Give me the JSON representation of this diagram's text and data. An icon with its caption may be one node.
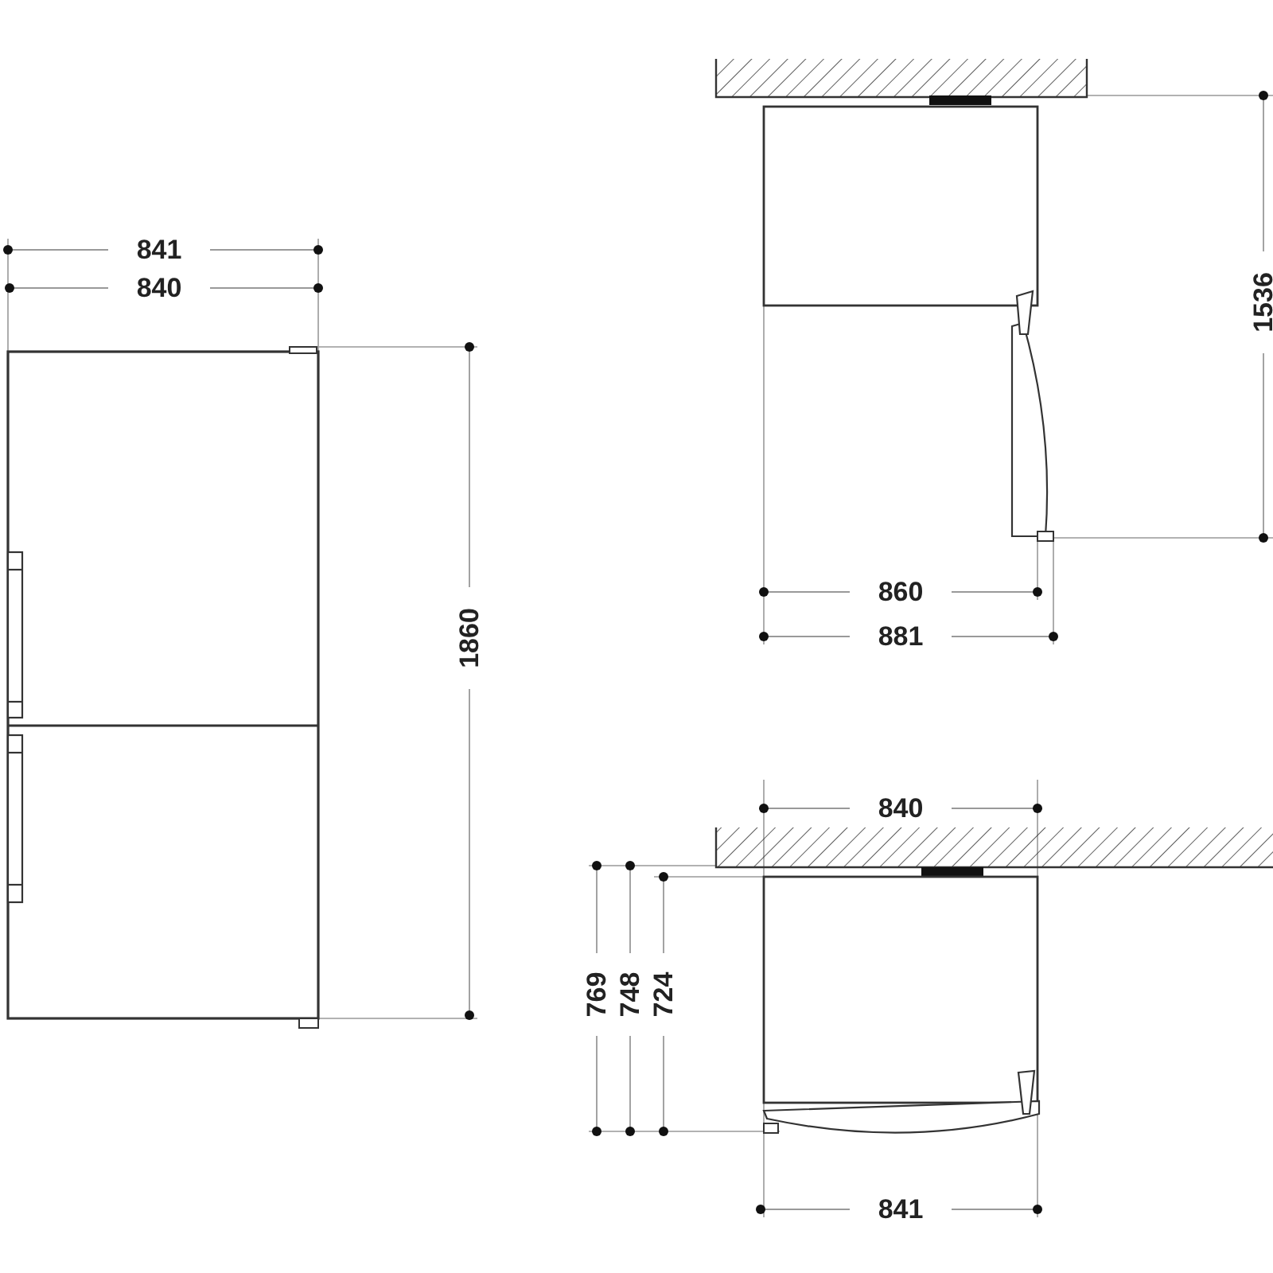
{
  "diagram": {
    "labels": [
      "841",
      "840",
      "1860",
      "1536",
      "860",
      "881",
      "840",
      "769",
      "748",
      "724",
      "841"
    ]
  }
}
